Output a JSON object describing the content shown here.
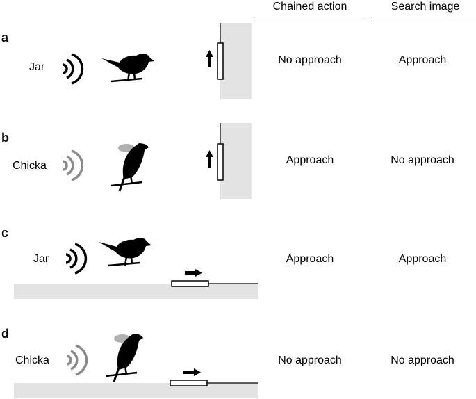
{
  "columns": {
    "chained_action": "Chained action",
    "search_image": "Search image"
  },
  "panels": [
    {
      "letter": "a",
      "call": "Jar",
      "chained": "No approach",
      "search": "Approach"
    },
    {
      "letter": "b",
      "call": "Chicka",
      "chained": "Approach",
      "search": "No approach"
    },
    {
      "letter": "c",
      "call": "Jar",
      "chained": "Approach",
      "search": "Approach"
    },
    {
      "letter": "d",
      "call": "Chicka",
      "chained": "No approach",
      "search": "No approach"
    }
  ],
  "colors": {
    "jar_sound": "#000000",
    "chicka_sound": "#8a8a8a",
    "substrate": "#e3e3e3",
    "bird": "#000000",
    "bird_shadow": "#b0b0b0"
  }
}
